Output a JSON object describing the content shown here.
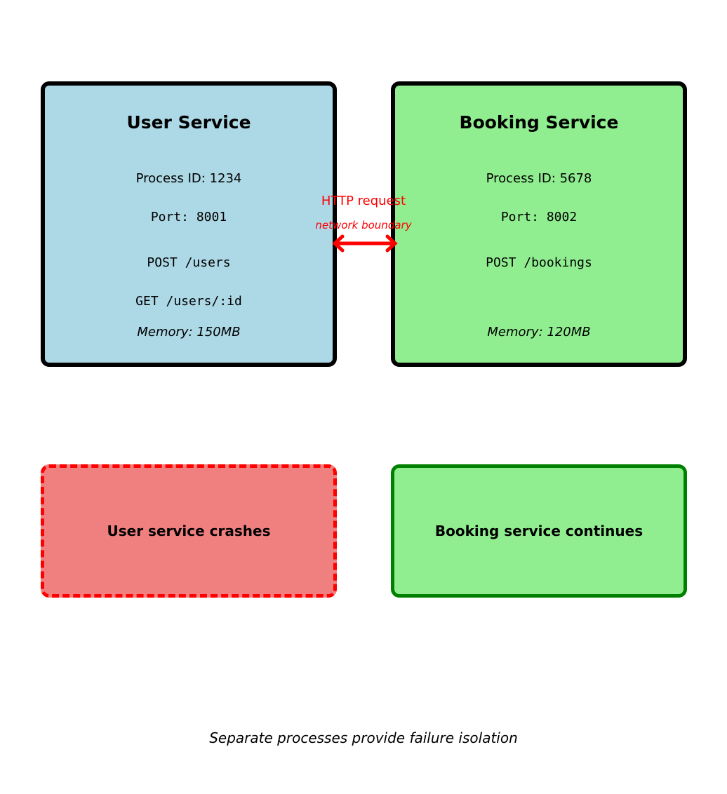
{
  "user_service": {
    "title": "User Service",
    "process_id": "Process ID: 1234",
    "port": "Port: 8001",
    "endpoints": [
      "POST /users",
      "GET /users/:id"
    ],
    "memory": "Memory: 150MB",
    "fill_color": "#add8e6"
  },
  "booking_service": {
    "title": "Booking Service",
    "process_id": "Process ID: 5678",
    "port": "Port: 8002",
    "endpoints": [
      "POST /bookings"
    ],
    "memory": "Memory: 120MB",
    "fill_color": "#90ee90"
  },
  "connection": {
    "label": "HTTP request",
    "sublabel": "network boundary",
    "color": "#ff0000",
    "direction": "bidirectional"
  },
  "outcomes": {
    "crash_text": "User service crashes",
    "crash_color": "#f08080",
    "continue_text": "Booking service continues",
    "continue_color": "#90ee90"
  },
  "caption": "Separate processes provide failure isolation"
}
